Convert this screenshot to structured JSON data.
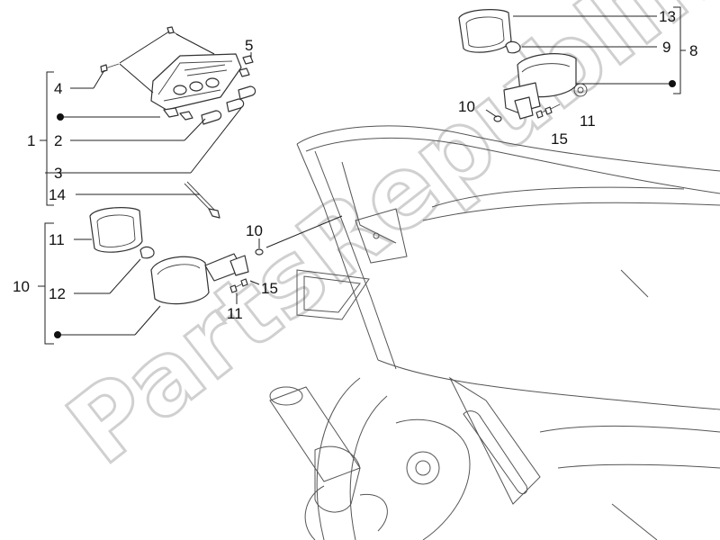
{
  "callouts": {
    "c1": "1",
    "c2": "2",
    "c3": "3",
    "c4": "4",
    "c5": "5",
    "c8": "8",
    "c9": "9",
    "c10_top": "10",
    "c10_left": "10",
    "c10_mid": "10",
    "c11_top": "11",
    "c11_left": "11",
    "c11_bottom": "11",
    "c12": "12",
    "c13": "13",
    "c14": "14",
    "c15_top": "15",
    "c15_bottom": "15"
  },
  "watermark": "PartsRepublik"
}
